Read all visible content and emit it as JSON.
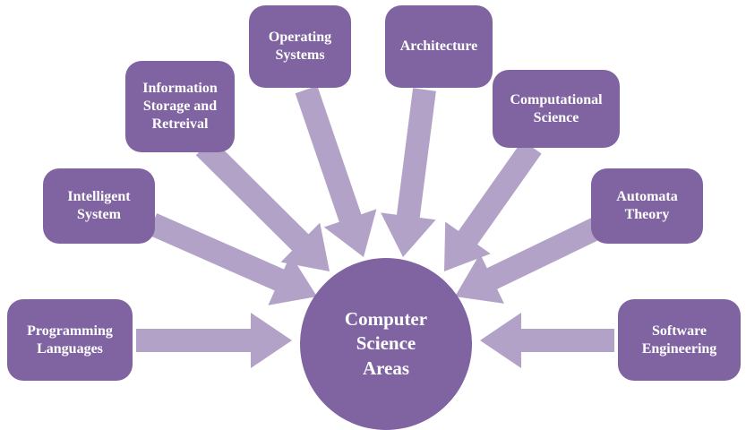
{
  "diagram": {
    "center": {
      "label": "Computer Science Areas"
    },
    "nodes": [
      {
        "id": "programming-languages",
        "label": "Programming Languages"
      },
      {
        "id": "intelligent-system",
        "label": "Intelligent System"
      },
      {
        "id": "information-storage",
        "label": "Information Storage and Retreival"
      },
      {
        "id": "operating-systems",
        "label": "Operating Systems"
      },
      {
        "id": "architecture",
        "label": "Architecture"
      },
      {
        "id": "computational-science",
        "label": "Computational Science"
      },
      {
        "id": "automata-theory",
        "label": "Automata Theory"
      },
      {
        "id": "software-engineering",
        "label": "Software Engineering"
      }
    ],
    "colors": {
      "box": "#8064A2",
      "arrow": "#B3A2C7",
      "text": "#FFFFFF",
      "background": "#FFFFFF"
    }
  }
}
